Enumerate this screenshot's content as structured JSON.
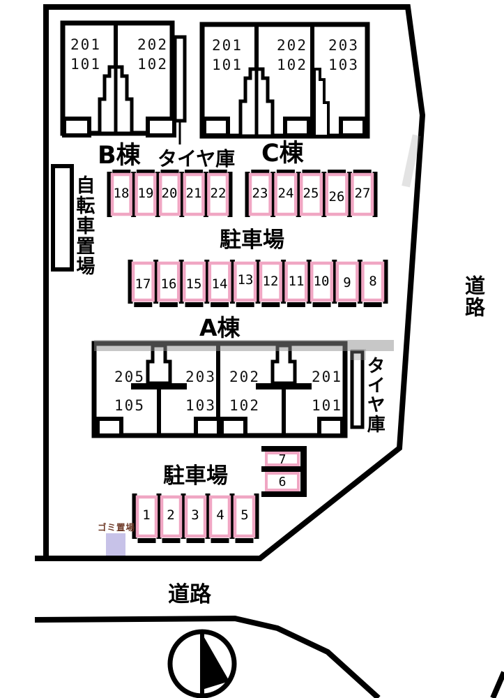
{
  "roads": {
    "bottom_label": "道路",
    "right_label": "道路"
  },
  "buildings": {
    "b": {
      "label": "B棟",
      "units": [
        {
          "upper": "201",
          "lower": "101"
        },
        {
          "upper": "202",
          "lower": "102"
        }
      ]
    },
    "c": {
      "label": "C棟",
      "units": [
        {
          "upper": "201",
          "lower": "101"
        },
        {
          "upper": "202",
          "lower": "102"
        },
        {
          "upper": "203",
          "lower": "103"
        }
      ]
    },
    "a": {
      "label": "A棟",
      "units": [
        {
          "upper": "205",
          "lower": "105"
        },
        {
          "upper": "203",
          "lower": "103"
        },
        {
          "upper": "202",
          "lower": "102"
        },
        {
          "upper": "201",
          "lower": "101"
        }
      ]
    }
  },
  "facilities": {
    "bicycle_label": "自転車置場",
    "tire_storage_top_label": "タイヤ庫",
    "tire_storage_right_label": "タイヤ庫",
    "garbage_label": "ゴミ置場"
  },
  "parking": {
    "label_upper": "駐車場",
    "label_lower": "駐車場",
    "row_b": [
      "18",
      "19",
      "20",
      "21",
      "22"
    ],
    "row_c": [
      "23",
      "24",
      "25",
      "26",
      "27"
    ],
    "row_middle": [
      "17",
      "16",
      "15",
      "14",
      "13",
      "12",
      "11",
      "10",
      "9",
      "8"
    ],
    "row_bottom": [
      "1",
      "2",
      "3",
      "4",
      "5"
    ],
    "row_side": [
      "7",
      "6"
    ]
  },
  "colors": {
    "parking_pink": "#f0a6c3",
    "garbage_fill": "#c7c2e8",
    "garbage_text": "#6e3a28",
    "line": "#000000",
    "watermark": "#909090"
  }
}
